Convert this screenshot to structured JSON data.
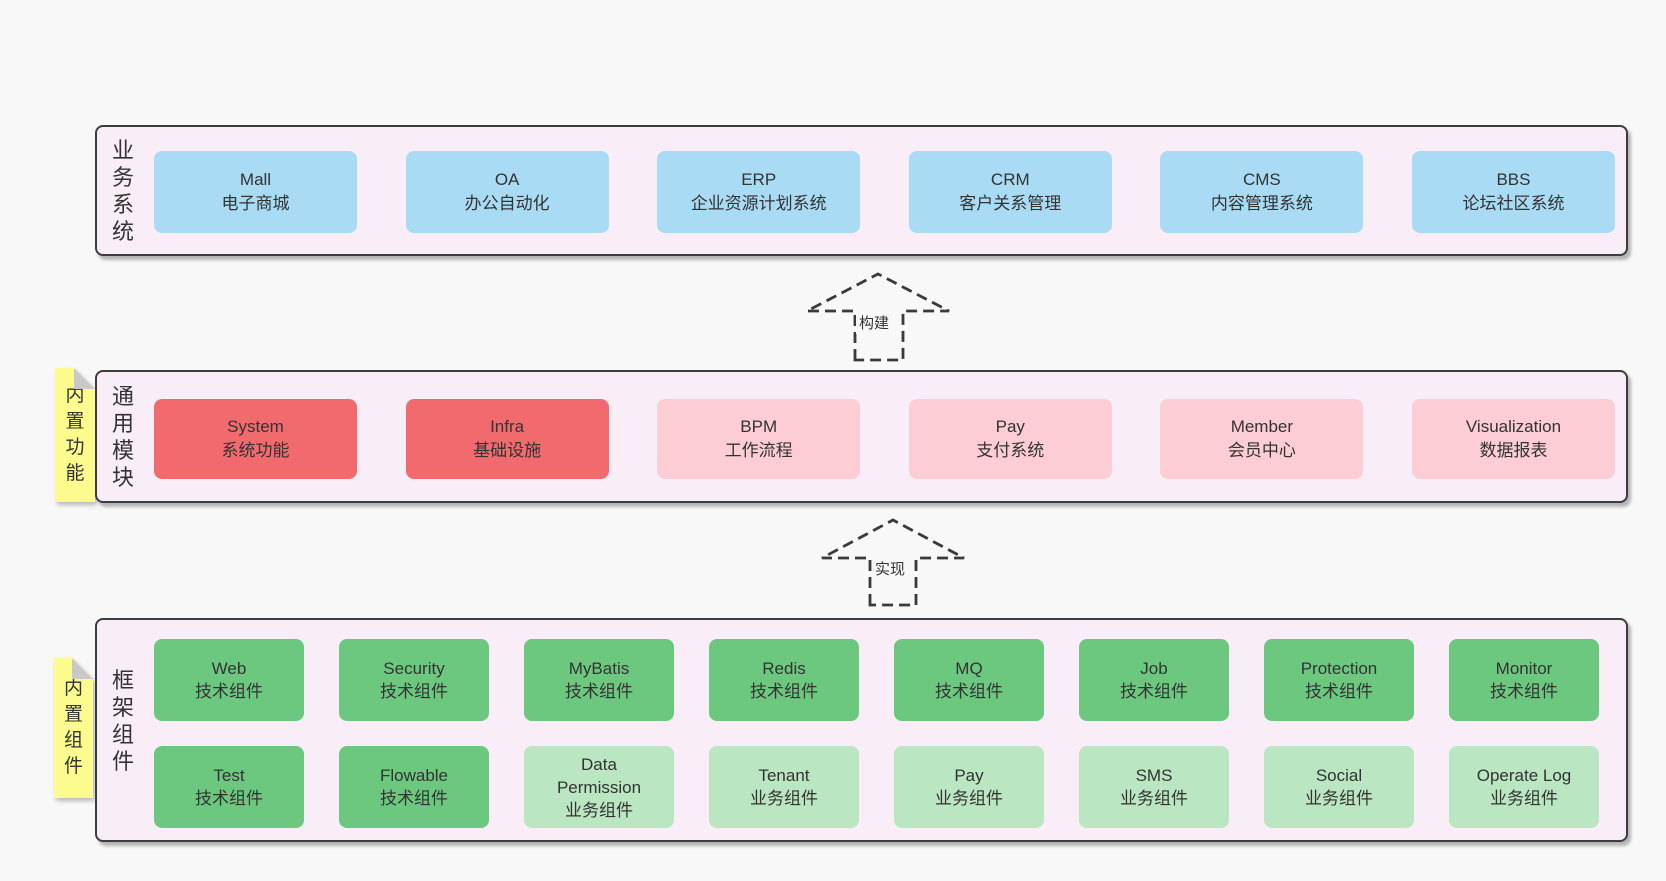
{
  "palette": {
    "page_bg": "#f8f8f8",
    "container_bg": "#f9eef8",
    "container_border": "#3d3d3d",
    "box_blue": "#a9dbf4",
    "box_red": "#f16b6e",
    "box_pink": "#fccdd5",
    "box_green": "#6cc87e",
    "box_green_light": "#bae6c2",
    "note_yellow": "#fbfb8e",
    "note_fold_gray": "#c9c9c9",
    "arrow_line": "#3a3a3a",
    "text": "#333333"
  },
  "arrows": [
    {
      "label": "构建"
    },
    {
      "label": "实现"
    }
  ],
  "layers": [
    {
      "label": "业务系统",
      "boxes": [
        {
          "name": "Mall",
          "desc": "电子商城",
          "variant": "blue"
        },
        {
          "name": "OA",
          "desc": "办公自动化",
          "variant": "blue"
        },
        {
          "name": "ERP",
          "desc": "企业资源计划系统",
          "variant": "blue"
        },
        {
          "name": "CRM",
          "desc": "客户关系管理",
          "variant": "blue"
        },
        {
          "name": "CMS",
          "desc": "内容管理系统",
          "variant": "blue"
        },
        {
          "name": "BBS",
          "desc": "论坛社区系统",
          "variant": "blue"
        }
      ]
    },
    {
      "label": "通用模块",
      "note": "内置功能",
      "boxes": [
        {
          "name": "System",
          "desc": "系统功能",
          "variant": "red"
        },
        {
          "name": "Infra",
          "desc": "基础设施",
          "variant": "red"
        },
        {
          "name": "BPM",
          "desc": "工作流程",
          "variant": "pink"
        },
        {
          "name": "Pay",
          "desc": "支付系统",
          "variant": "pink"
        },
        {
          "name": "Member",
          "desc": "会员中心",
          "variant": "pink"
        },
        {
          "name": "Visualization",
          "desc": "数据报表",
          "variant": "pink"
        }
      ]
    },
    {
      "label": "框架组件",
      "note": "内置组件",
      "rows": [
        [
          {
            "name": "Web",
            "desc": "技术组件",
            "variant": "green"
          },
          {
            "name": "Security",
            "desc": "技术组件",
            "variant": "green"
          },
          {
            "name": "MyBatis",
            "desc": "技术组件",
            "variant": "green"
          },
          {
            "name": "Redis",
            "desc": "技术组件",
            "variant": "green"
          },
          {
            "name": "MQ",
            "desc": "技术组件",
            "variant": "green"
          },
          {
            "name": "Job",
            "desc": "技术组件",
            "variant": "green"
          },
          {
            "name": "Protection",
            "desc": "技术组件",
            "variant": "green"
          },
          {
            "name": "Monitor",
            "desc": "技术组件",
            "variant": "green"
          }
        ],
        [
          {
            "name": "Test",
            "desc": "技术组件",
            "variant": "green"
          },
          {
            "name": "Flowable",
            "desc": "技术组件",
            "variant": "green"
          },
          {
            "name": "Data Permission",
            "desc": "业务组件",
            "variant": "green-light"
          },
          {
            "name": "Tenant",
            "desc": "业务组件",
            "variant": "green-light"
          },
          {
            "name": "Pay",
            "desc": "业务组件",
            "variant": "green-light"
          },
          {
            "name": "SMS",
            "desc": "业务组件",
            "variant": "green-light"
          },
          {
            "name": "Social",
            "desc": "业务组件",
            "variant": "green-light"
          },
          {
            "name": "Operate Log",
            "desc": "业务组件",
            "variant": "green-light"
          }
        ]
      ]
    }
  ]
}
